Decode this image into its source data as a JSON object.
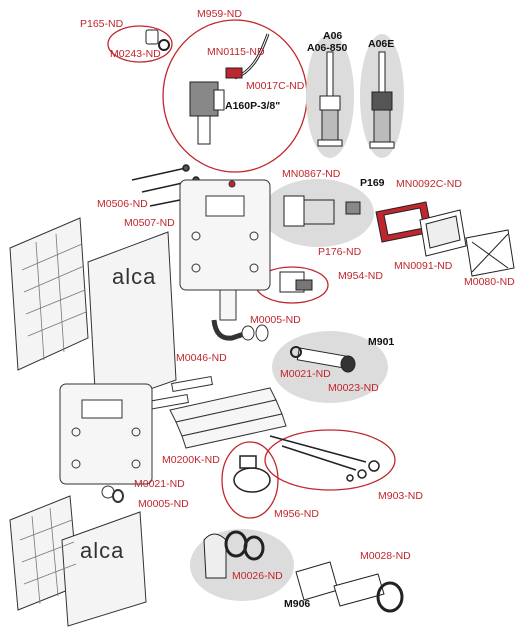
{
  "theme": {
    "label_red": "#c0262d",
    "label_black": "#111111",
    "group_fill": "#d9d9d9",
    "ring_red": "#c0262d"
  },
  "brand": {
    "logo_top": "alca",
    "logo_bottom": "alca"
  },
  "labels": {
    "p165": "P165-ND",
    "m0243": "M0243-ND",
    "m959": "M959-ND",
    "mn0115": "MN0115-ND",
    "m0017c": "M0017C-ND",
    "a160p": "A160P-3/8\"",
    "a06": "A06",
    "a06_850": "A06-850",
    "a06e": "A06E",
    "m0506": "M0506-ND",
    "m0507": "M0507-ND",
    "mn0867": "MN0867-ND",
    "p169": "P169",
    "mn0092c": "MN0092C-ND",
    "p176": "P176-ND",
    "mn0091": "MN0091-ND",
    "m0080": "M0080-ND",
    "m954": "M954-ND",
    "m0005_top": "M0005-ND",
    "m901": "M901",
    "m0021_mid": "M0021-ND",
    "m0023": "M0023-ND",
    "m0046": "M0046-ND",
    "m0200k": "M0200K-ND",
    "m0021_bot": "M0021-ND",
    "m0005_bot": "M0005-ND",
    "m903": "M903-ND",
    "m956": "M956-ND",
    "m0028": "M0028-ND",
    "m0026": "M0026-ND",
    "m906": "M906"
  }
}
